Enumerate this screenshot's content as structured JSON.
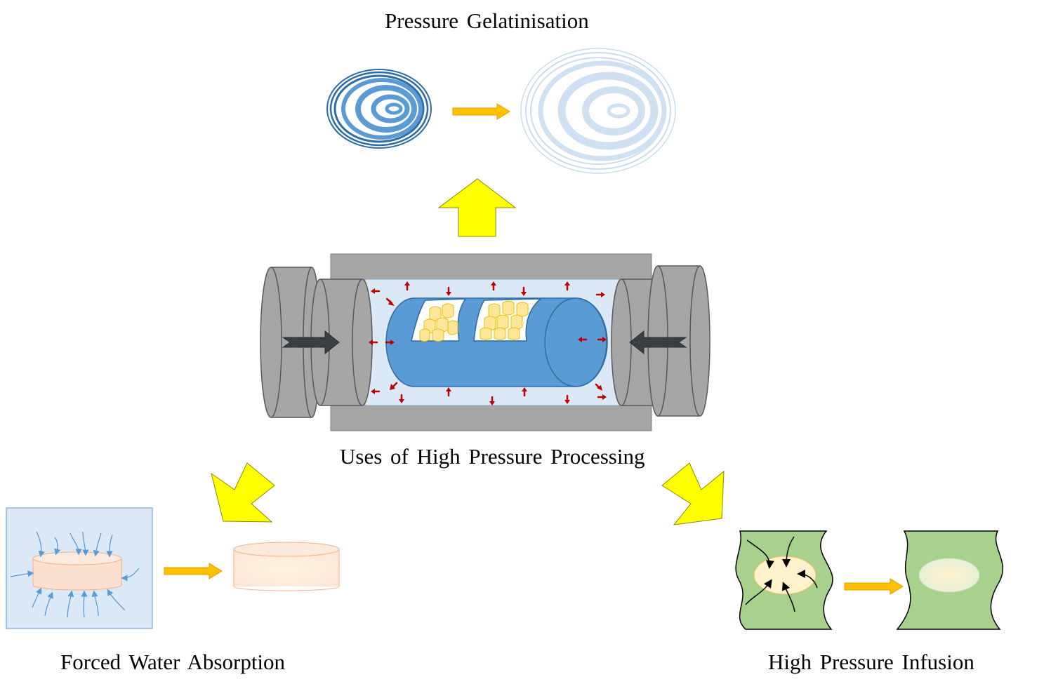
{
  "labels": {
    "top": "Pressure  Gelatinisation",
    "center": "Uses  of High Pressure  Processing",
    "left": "Forced Water Absorption",
    "right": "High Pressure Infusion"
  },
  "colors": {
    "yellow_arrow": "#ffff00",
    "orange_arrow": "#ffc000",
    "vessel_gray": "#a6a6a6",
    "chamber_fill": "#dbe8f6",
    "drum_blue": "#5b9bd5",
    "green_tissue": "#a9d18e",
    "pressure_arrow_red": "#c00000",
    "piston_arrow_dark": "#3a3f44",
    "disc_peach": "#fbe0cf"
  },
  "icons": [
    "granule-rings-icon",
    "swollen-granule-icon",
    "high-pressure-vessel-icon",
    "water-absorption-box-icon",
    "absorbed-disc-icon",
    "infusion-tissue-icon",
    "infused-tissue-icon"
  ]
}
